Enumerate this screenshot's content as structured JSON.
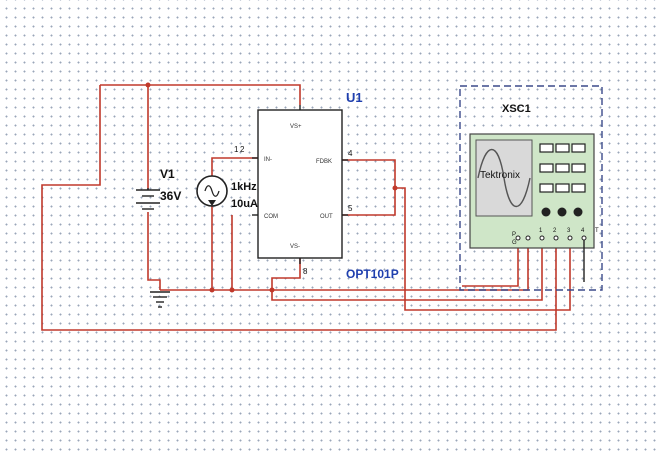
{
  "source": {
    "ref": "V1",
    "value": "36V"
  },
  "signal_source": {
    "freq": "1kHz",
    "amp": "10uA"
  },
  "ic": {
    "ref": "U1",
    "part": "OPT101P",
    "pins": {
      "vs_top": "VS+",
      "in_minus": "IN-",
      "comm": "COM",
      "vs_bottom": "VS-",
      "fdbk": "FDBK",
      "out": "OUT"
    },
    "pin_numbers": {
      "p1": "1",
      "p2": "2",
      "p4": "4",
      "p5": "5",
      "p8": "8"
    }
  },
  "scope": {
    "ref": "XSC1",
    "brand": "Tektronix",
    "probe_labels": [
      "P",
      "G",
      "1",
      "2",
      "3",
      "4",
      "T"
    ]
  },
  "colors": {
    "wire": "#c0392b",
    "label": "#1f3fae",
    "scope_bg": "#cfe6c8",
    "scope_border": "#3b4a8a"
  }
}
